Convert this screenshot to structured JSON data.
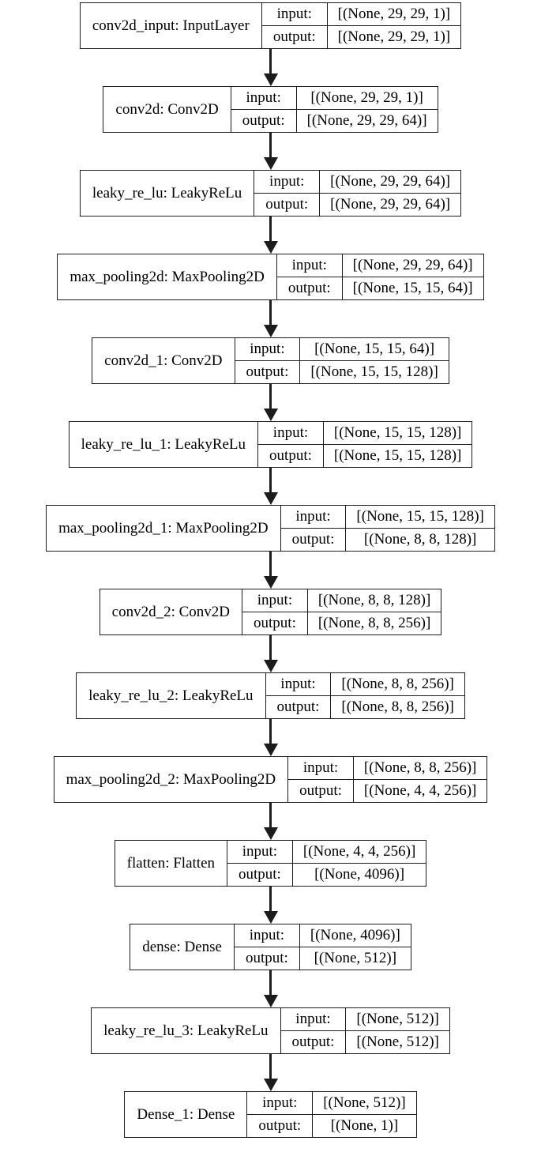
{
  "diagram": {
    "type": "keras-model-architecture",
    "description": "Sequential CNN model plot with layer name, input and output tensor shapes per node",
    "colors": {
      "border": "#1c1c1c",
      "background": "#ffffff",
      "text": "#000000"
    },
    "labels": {
      "input": "input:",
      "output": "output:"
    },
    "layers": [
      {
        "name": "conv2d_input: InputLayer",
        "input": "[(None, 29, 29, 1)]",
        "output": "[(None, 29, 29, 1)]"
      },
      {
        "name": "conv2d: Conv2D",
        "input": "[(None, 29, 29, 1)]",
        "output": "[(None, 29, 29, 64)]"
      },
      {
        "name": "leaky_re_lu: LeakyReLu",
        "input": "[(None, 29, 29, 64)]",
        "output": "[(None, 29, 29, 64)]"
      },
      {
        "name": "max_pooling2d: MaxPooling2D",
        "input": "[(None, 29, 29, 64)]",
        "output": "[(None, 15, 15, 64)]"
      },
      {
        "name": "conv2d_1: Conv2D",
        "input": "[(None, 15, 15, 64)]",
        "output": "[(None, 15, 15, 128)]"
      },
      {
        "name": "leaky_re_lu_1: LeakyReLu",
        "input": "[(None, 15, 15, 128)]",
        "output": "[(None, 15, 15, 128)]"
      },
      {
        "name": "max_pooling2d_1: MaxPooling2D",
        "input": "[(None, 15, 15, 128)]",
        "output": "[(None, 8, 8, 128)]"
      },
      {
        "name": "conv2d_2: Conv2D",
        "input": "[(None, 8, 8, 128)]",
        "output": "[(None, 8, 8, 256)]"
      },
      {
        "name": "leaky_re_lu_2: LeakyReLu",
        "input": "[(None, 8, 8, 256)]",
        "output": "[(None, 8, 8, 256)]"
      },
      {
        "name": "max_pooling2d_2: MaxPooling2D",
        "input": "[(None, 8, 8, 256)]",
        "output": "[(None, 4, 4, 256)]"
      },
      {
        "name": "flatten: Flatten",
        "input": "[(None, 4, 4, 256)]",
        "output": "[(None, 4096)]"
      },
      {
        "name": "dense: Dense",
        "input": "[(None, 4096)]",
        "output": "[(None, 512)]"
      },
      {
        "name": "leaky_re_lu_3: LeakyReLu",
        "input": "[(None, 512)]",
        "output": "[(None, 512)]"
      },
      {
        "name": "Dense_1: Dense",
        "input": "[(None, 512)]",
        "output": "[(None, 1)]"
      }
    ]
  }
}
